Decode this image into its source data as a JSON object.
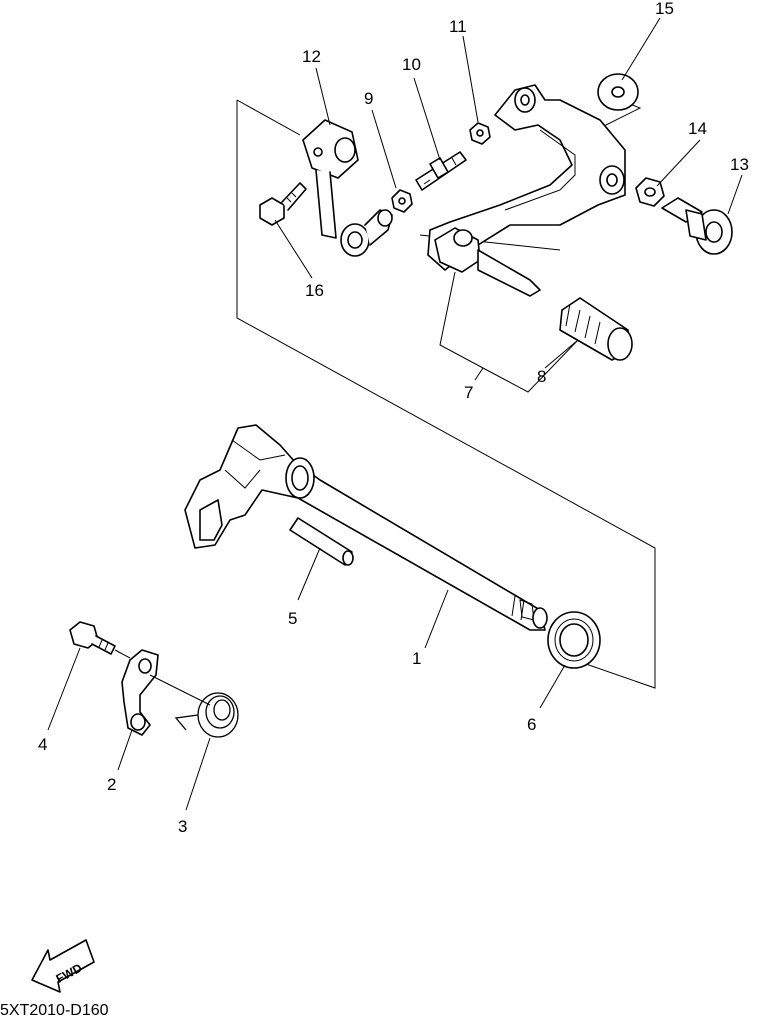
{
  "diagram": {
    "callouts": [
      "1",
      "2",
      "3",
      "4",
      "5",
      "6",
      "7",
      "8",
      "9",
      "10",
      "11",
      "12",
      "13",
      "14",
      "15",
      "16"
    ],
    "fwd_label": "FWD",
    "reference_code": "5XT2010-D160"
  }
}
